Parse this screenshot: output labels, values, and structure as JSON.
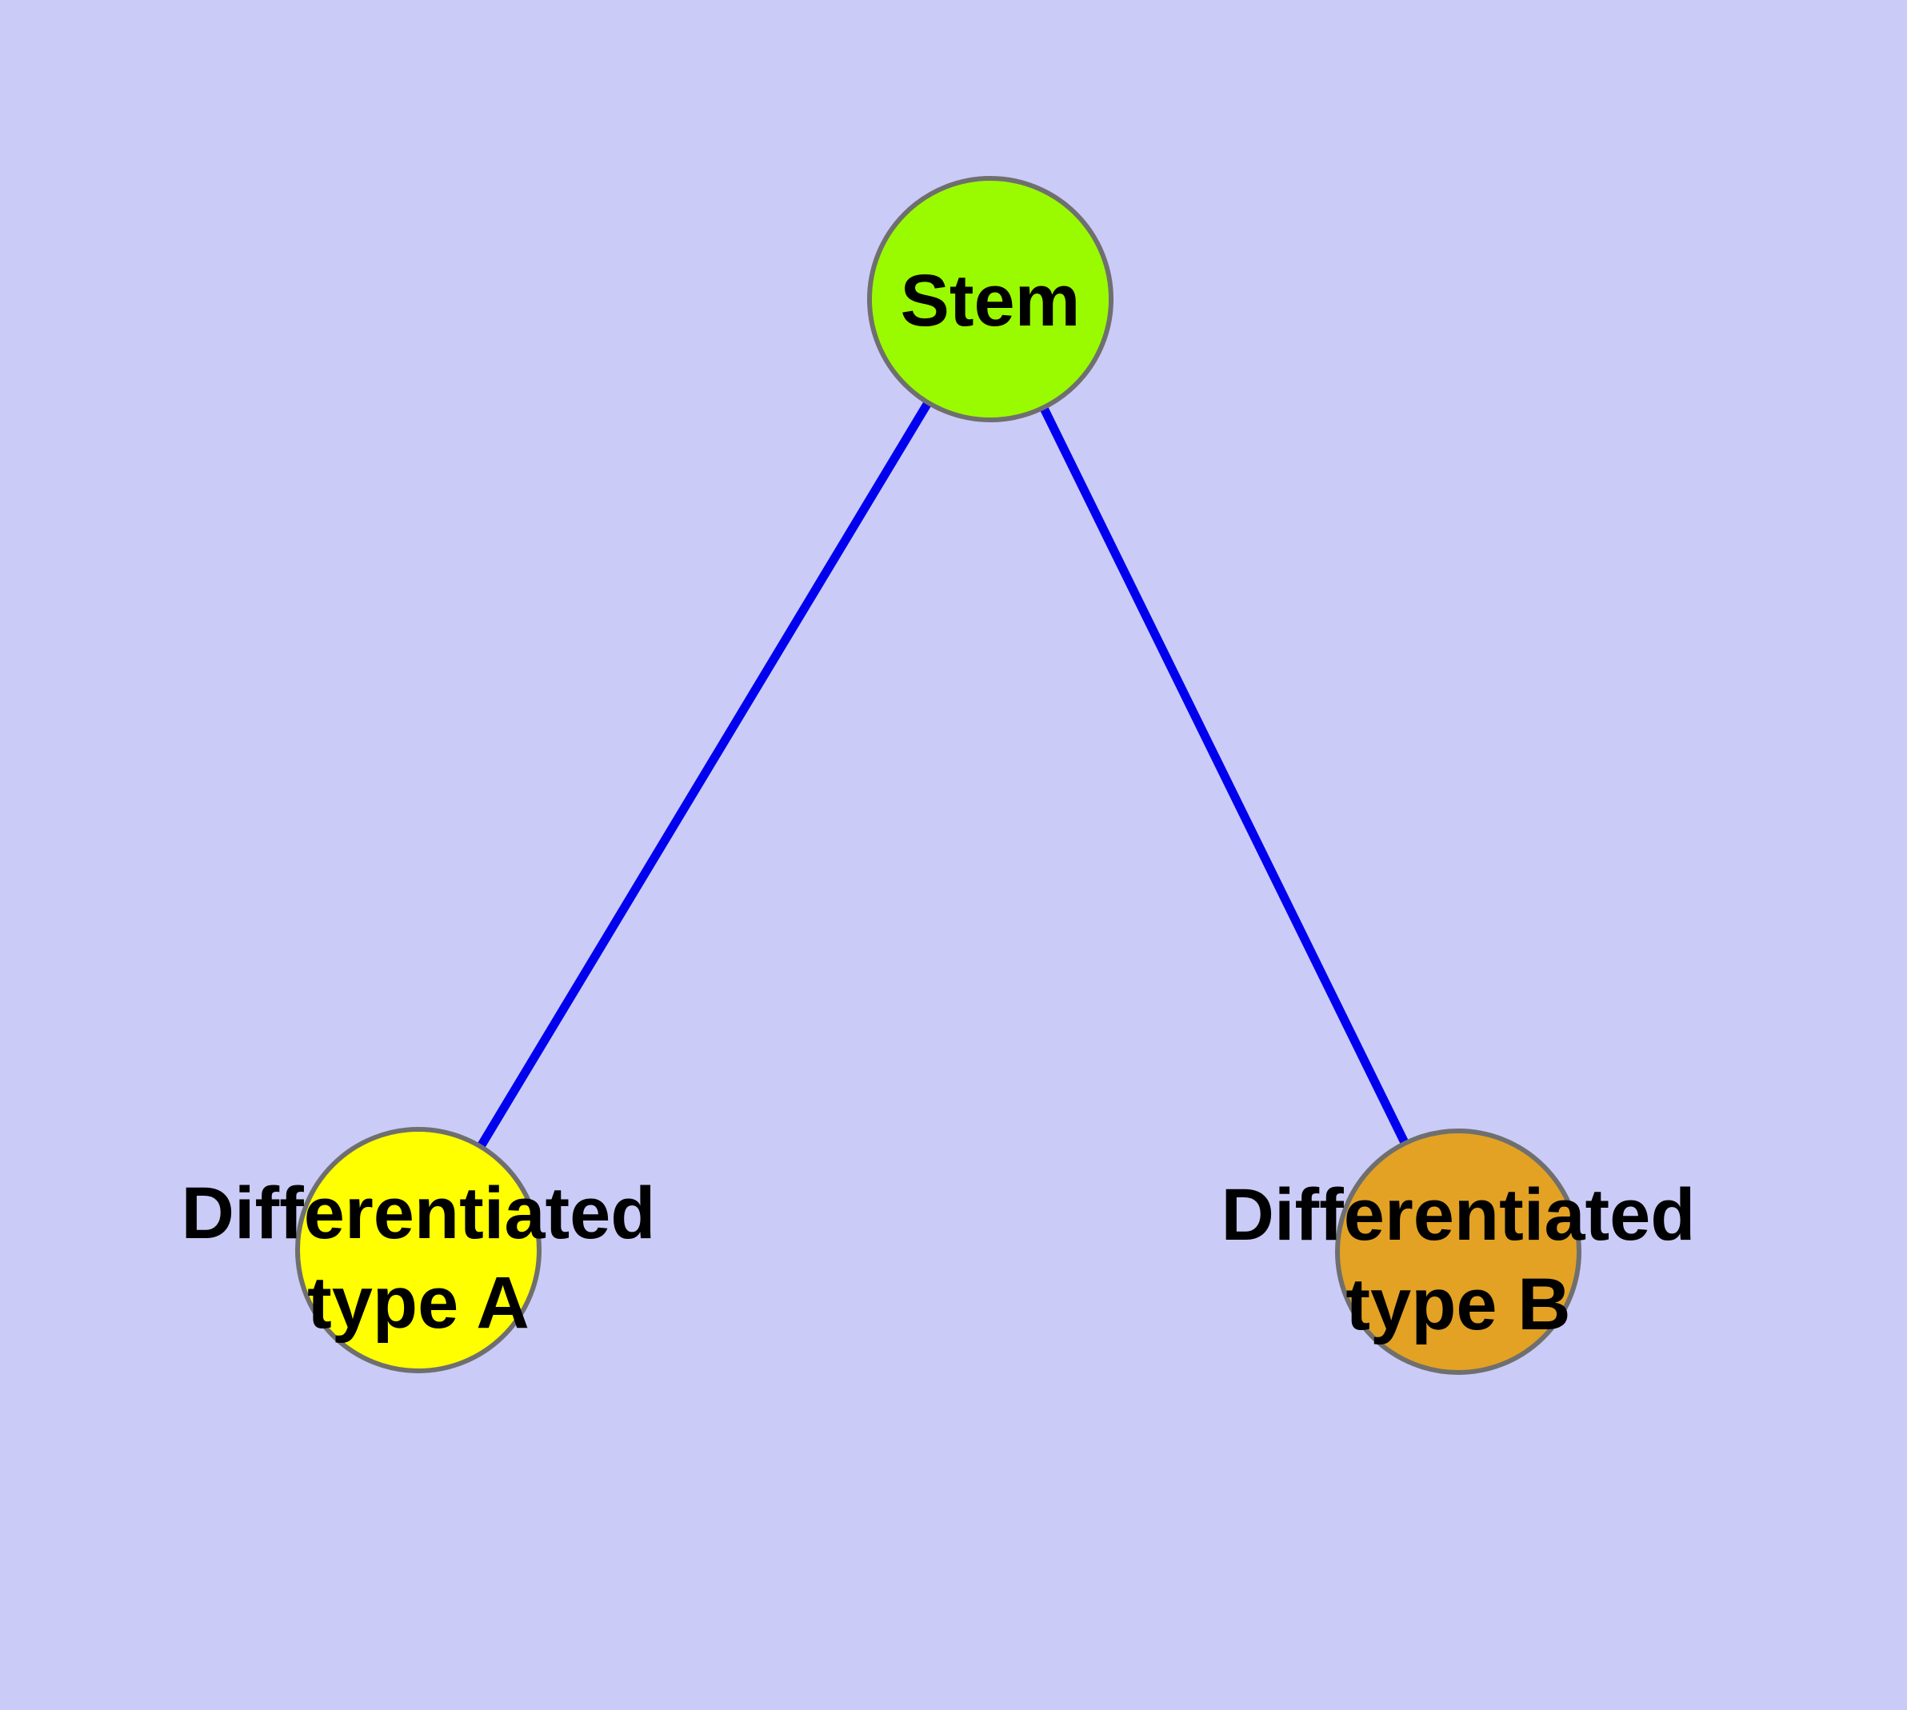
{
  "diagram": {
    "type": "graph",
    "background_color": "#CBCBF7",
    "edge_color": "#0000EE",
    "node_border_color": "#6F6F6F",
    "label_color": "#000000",
    "nodes": [
      {
        "id": "stem",
        "label": "Stem",
        "fill_color": "#9AFB00"
      },
      {
        "id": "diff-a",
        "label_line1": "Differentiated",
        "label_line2": "type A",
        "fill_color": "#FFFF00"
      },
      {
        "id": "diff-b",
        "label_line1": "Differentiated",
        "label_line2": "type B",
        "fill_color": "#E3A224"
      }
    ],
    "edges": [
      {
        "from": "Stem",
        "to": "Differentiated type A"
      },
      {
        "from": "Stem",
        "to": "Differentiated type B"
      }
    ]
  }
}
